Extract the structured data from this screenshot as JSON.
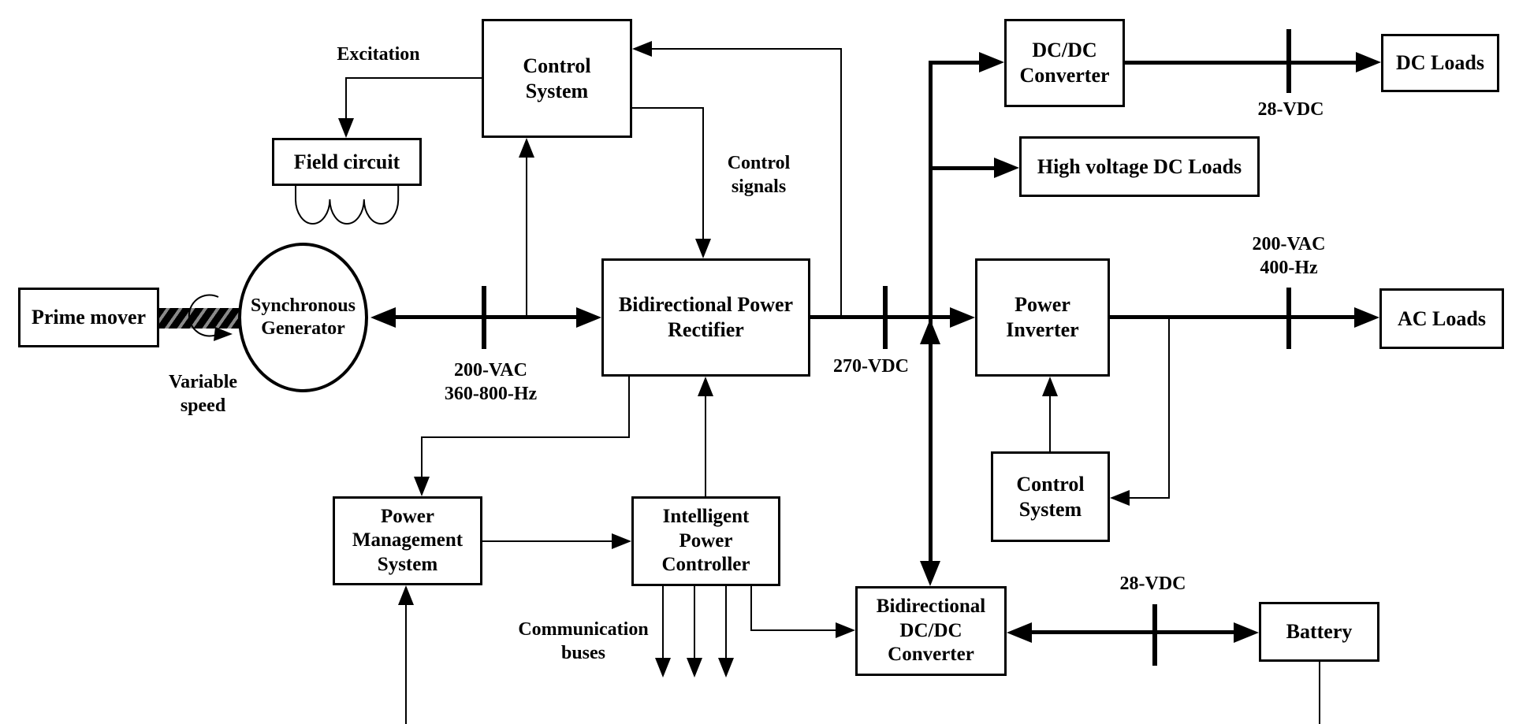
{
  "boxes": {
    "prime_mover": {
      "lines": [
        "Prime mover"
      ]
    },
    "field_circuit": {
      "lines": [
        "Field circuit"
      ]
    },
    "control_system_generator": {
      "lines": [
        "Control",
        "System"
      ]
    },
    "synchronous_generator": {
      "lines": [
        "Synchronous",
        "Generator"
      ]
    },
    "bidirectional_power_rectifier": {
      "lines": [
        "Bidirectional Power",
        "Rectifier"
      ]
    },
    "power_management_system": {
      "lines": [
        "Power",
        "Management",
        "System"
      ]
    },
    "intelligent_power_controller": {
      "lines": [
        "Intelligent",
        "Power",
        "Controller"
      ]
    },
    "bidirectional_dcdc_converter": {
      "lines": [
        "Bidirectional",
        "DC/DC",
        "Converter"
      ]
    },
    "dcdc_converter": {
      "lines": [
        "DC/DC",
        "Converter"
      ]
    },
    "high_voltage_dc_loads": {
      "lines": [
        "High voltage DC Loads"
      ]
    },
    "dc_loads": {
      "lines": [
        "DC Loads"
      ]
    },
    "power_inverter": {
      "lines": [
        "Power",
        "Inverter"
      ]
    },
    "control_system_inverter": {
      "lines": [
        "Control",
        "System"
      ]
    },
    "ac_loads": {
      "lines": [
        "AC Loads"
      ]
    },
    "battery": {
      "lines": [
        "Battery"
      ]
    }
  },
  "labels": {
    "excitation": "Excitation",
    "variable_speed": [
      "Variable",
      "speed"
    ],
    "generator_bus": [
      "200-VAC",
      "360-800-Hz"
    ],
    "control_signals": [
      "Control",
      "signals"
    ],
    "dc_bus": "270-VDC",
    "dc_loads_bus": "28-VDC",
    "ac_output_bus": [
      "200-VAC",
      "400-Hz"
    ],
    "battery_bus": "28-VDC",
    "communication_buses": [
      "Communication",
      "buses"
    ]
  },
  "colors": {
    "line": "#000000",
    "background": "#ffffff",
    "box_fill": "#ffffff",
    "text": "#000000"
  }
}
